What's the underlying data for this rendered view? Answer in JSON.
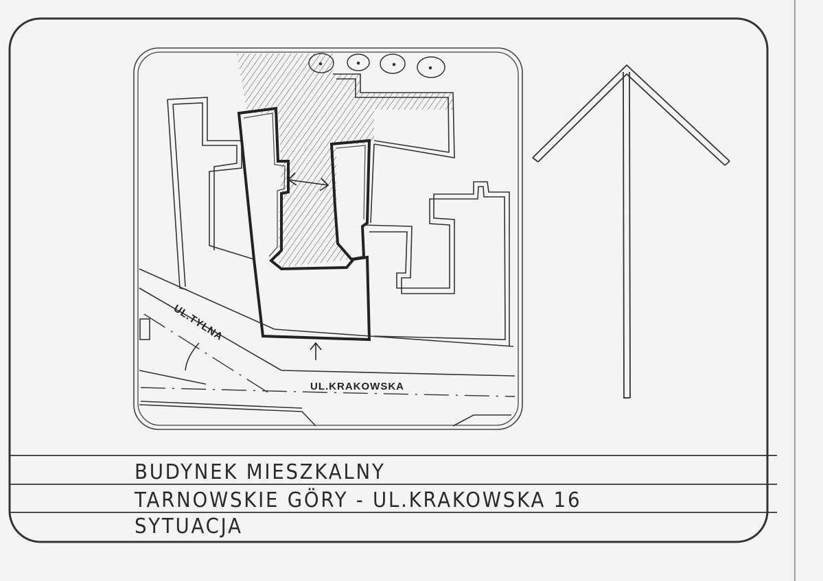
{
  "streets": {
    "tylna": "UL.TYLNA",
    "krakowska": "UL.KRAKOWSKA"
  },
  "title_block": {
    "line1": "BUDYNEK MIESZKALNY",
    "line2": "TARNOWSKIE GÖRY - UL.KRAKOWSKA 16",
    "line3": "SYTUACJA"
  },
  "icons": {
    "north": "north-arrow-icon",
    "entrance": "entrance-arrow-icon",
    "passage": "passage-double-arrow-icon"
  },
  "colors": {
    "paper": "#f4f4f3",
    "ink": "#2a2a2a"
  }
}
